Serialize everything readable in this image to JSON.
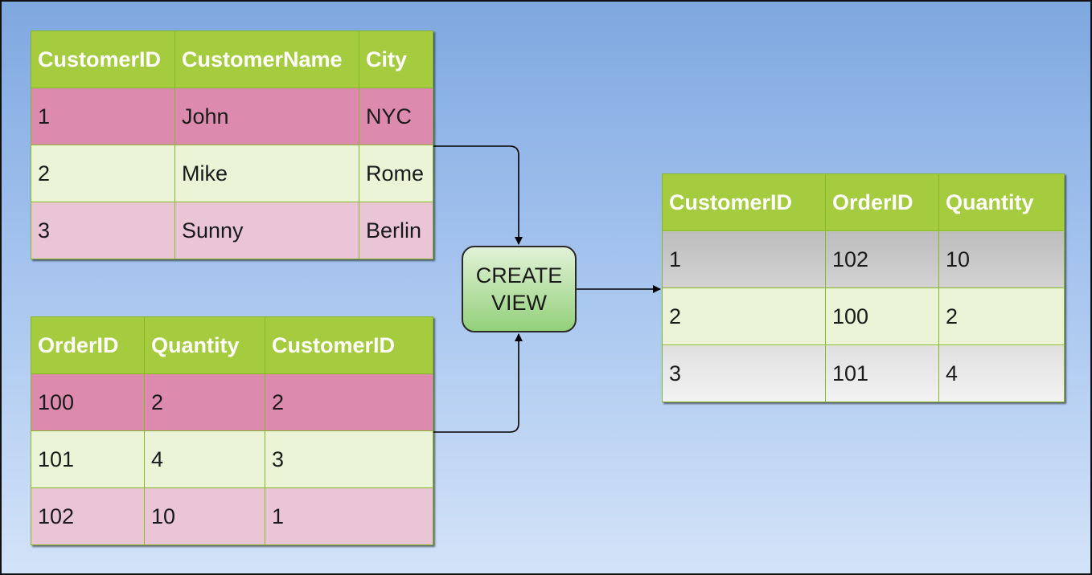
{
  "customers_table": {
    "headers": [
      "CustomerID",
      "CustomerName",
      "City"
    ],
    "rows": [
      [
        "1",
        "John",
        "NYC"
      ],
      [
        "2",
        "Mike",
        "Rome"
      ],
      [
        "3",
        "Sunny",
        "Berlin"
      ]
    ]
  },
  "orders_table": {
    "headers": [
      "OrderID",
      "Quantity",
      "CustomerID"
    ],
    "rows": [
      [
        "100",
        "2",
        "2"
      ],
      [
        "101",
        "4",
        "3"
      ],
      [
        "102",
        "10",
        "1"
      ]
    ]
  },
  "create_view": {
    "label": "CREATE\nVIEW"
  },
  "result_table": {
    "headers": [
      "CustomerID",
      "OrderID",
      "Quantity"
    ],
    "rows": [
      [
        "1",
        "102",
        "10"
      ],
      [
        "2",
        "100",
        "2"
      ],
      [
        "3",
        "101",
        "4"
      ]
    ]
  },
  "colors": {
    "header_green": "#a5cb3e",
    "row_pink_dark": "#dc8aae",
    "row_light_green": "#ebf4d6",
    "row_pink_light": "#e9c5d6",
    "create_view_green": "#93d07a",
    "background_blue": "#7fa8e0"
  }
}
